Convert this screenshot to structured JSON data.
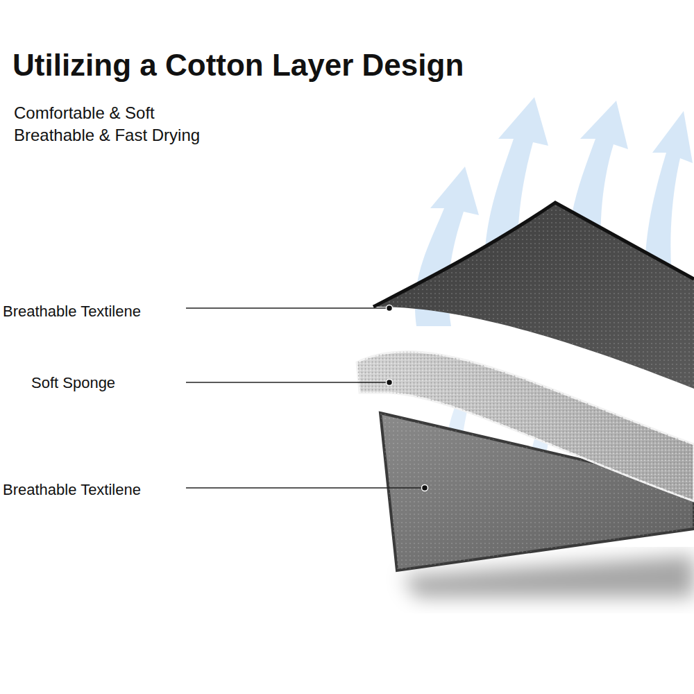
{
  "diagram": {
    "title": "Utilizing a Cotton Layer Design",
    "labels": [
      "Comfortable & Soft",
      "Breathable & Fast Drying",
      "Breathable Textilene",
      "Soft Sponge",
      "Breathable Textilene"
    ]
  }
}
